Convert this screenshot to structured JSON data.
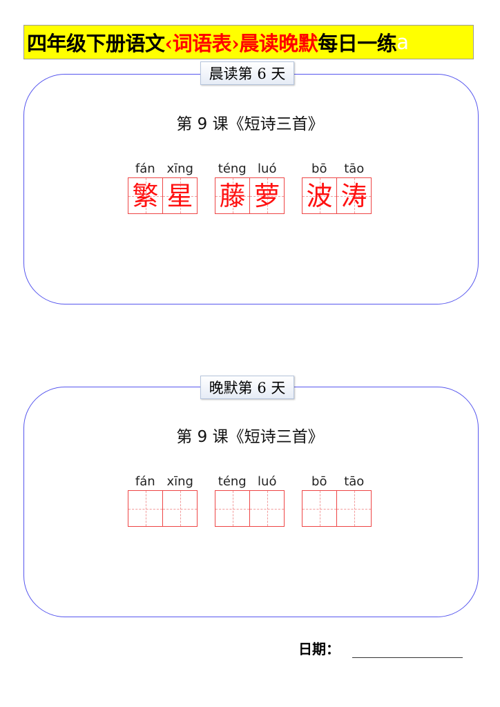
{
  "header": {
    "title_parts": [
      {
        "text": "四年级下册语文",
        "color": "#000000"
      },
      {
        "text": "‹词语表›晨读晚默",
        "color": "#ff0000"
      },
      {
        "text": "每日一练",
        "color": "#000000"
      },
      {
        "text": "a",
        "color": "#ffffff"
      }
    ],
    "background": "#ffff00"
  },
  "morning": {
    "label": "晨读第 6 天",
    "lesson": "第 9 课《短诗三首》",
    "words": [
      {
        "pinyin": [
          "fán",
          "xīng"
        ],
        "chars": [
          "繁",
          "星"
        ]
      },
      {
        "pinyin": [
          "téng",
          "luó"
        ],
        "chars": [
          "藤",
          "萝"
        ]
      },
      {
        "pinyin": [
          "bō",
          "tāo"
        ],
        "chars": [
          "波",
          "涛"
        ]
      }
    ]
  },
  "evening": {
    "label": "晚默第 6 天",
    "lesson": "第 9 课《短诗三首》",
    "words": [
      {
        "pinyin": [
          "fán",
          "xīng"
        ],
        "chars": [
          "",
          ""
        ]
      },
      {
        "pinyin": [
          "téng",
          "luó"
        ],
        "chars": [
          "",
          ""
        ]
      },
      {
        "pinyin": [
          "bō",
          "tāo"
        ],
        "chars": [
          "",
          ""
        ]
      }
    ]
  },
  "footer": {
    "date_label": "日期：",
    "date_value": ""
  },
  "colors": {
    "panel_border": "#5555ee",
    "grid_red": "#ee4444",
    "char_red": "#ff1111"
  }
}
